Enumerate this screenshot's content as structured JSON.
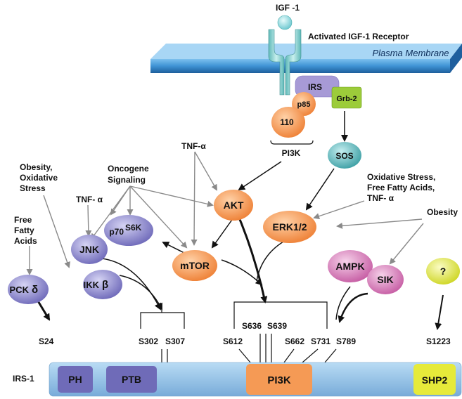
{
  "ligand": {
    "label": "IGF -1"
  },
  "receptor": {
    "label": "Activated IGF-1 Receptor"
  },
  "membrane": {
    "label": "Plasma Membrane"
  },
  "adaptors": {
    "irs": "IRS",
    "grb2": "Grb-2",
    "p85": "p85",
    "p110": "110",
    "pi3k": "PI3K",
    "sos": "SOS"
  },
  "kinases": {
    "akt": "AKT",
    "erk": "ERK1/2",
    "mtor": "mTOR",
    "jnk": "JNK",
    "p70_prefix": "p70",
    "p70_suffix": "S6K",
    "ikk_prefix": "IKK",
    "ikk_suffix": "β",
    "pck_prefix": "PCK",
    "pck_suffix": "δ",
    "ampk": "AMPK",
    "sik": "SIK",
    "unknown": "?"
  },
  "stimuli": {
    "tnf_top": "TNF-α",
    "tnf_left": "TNF- α",
    "oncogene_1": "Oncogene",
    "oncogene_2": "Signaling",
    "obesity_ox_1": "Obesity,",
    "obesity_ox_2": "Oxidative",
    "obesity_ox_3": "Stress",
    "ffa_1": "Free",
    "ffa_2": "Fatty",
    "ffa_3": "Acids",
    "ox_ffa_1": "Oxidative Stress,",
    "ox_ffa_2": "Free Fatty Acids,",
    "ox_ffa_3": "TNF- α",
    "obesity": "Obesity"
  },
  "sites": {
    "s24": "S24",
    "s302": "S302",
    "s307": "S307",
    "s612": "S612",
    "s636": "S636",
    "s639": "S639",
    "s662": "S662",
    "s731": "S731",
    "s789": "S789",
    "s1223": "S1223"
  },
  "irs1": {
    "label": "IRS-1",
    "ph": "PH",
    "ptb": "PTB",
    "pi3k": "PI3K",
    "shp2": "SHP2"
  },
  "colors": {
    "membrane": "#3a8fd0",
    "receptor": "#8fd8d8",
    "irs": "#a79ad6",
    "grb2": "#9ccc3a",
    "orange": "#f59a55",
    "purple": "#8a86cc",
    "teal": "#4fb3b7",
    "pink": "#d977b8",
    "yellow": "#e6ea3a",
    "irs1_bar": "#8fbfe6"
  }
}
